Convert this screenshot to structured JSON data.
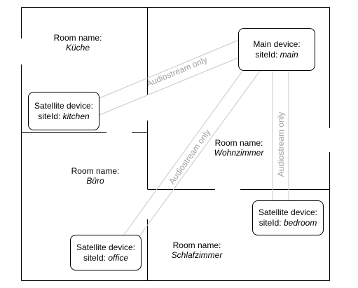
{
  "rooms": [
    {
      "caption": "Room name:",
      "name": "Küche"
    },
    {
      "caption": "Room name:",
      "name": "Büro"
    },
    {
      "caption": "Room name:",
      "name": "Wohnzimmer"
    },
    {
      "caption": "Room name:",
      "name": "Schlafzimmer"
    }
  ],
  "devices": [
    {
      "title": "Main device:",
      "id_prefix": "siteId: ",
      "site_id": "main"
    },
    {
      "title": "Satellite device:",
      "id_prefix": "siteId: ",
      "site_id": "kitchen"
    },
    {
      "title": "Satellite device:",
      "id_prefix": "siteId: ",
      "site_id": "office"
    },
    {
      "title": "Satellite device:",
      "id_prefix": "siteId: ",
      "site_id": "bedroom"
    }
  ],
  "streams": [
    {
      "label": "Audiostream only"
    },
    {
      "label": "Audiostream only"
    },
    {
      "label": "Audiostream only"
    }
  ],
  "colors": {
    "wall": "#000000",
    "stream": "#c8c8c8",
    "stream_text": "#a0a0a0"
  }
}
